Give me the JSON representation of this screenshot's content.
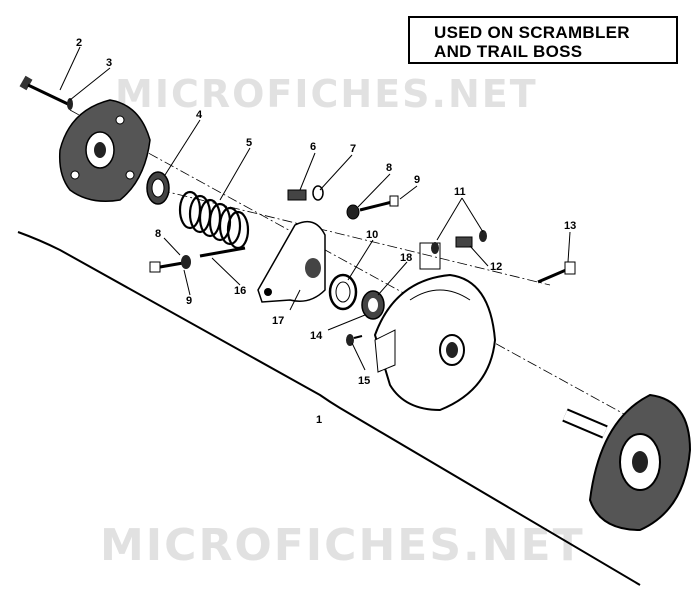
{
  "header_box": {
    "line1": "USED ON SCRAMBLER",
    "line2": "AND TRAIL BOSS"
  },
  "watermarks": {
    "top": "MICROFICHES.NET",
    "bottom": "MICROFICHES.NET"
  },
  "callouts": {
    "n1": "1",
    "n2": "2",
    "n3": "3",
    "n4": "4",
    "n5": "5",
    "n6": "6",
    "n7": "7",
    "n8a": "8",
    "n8b": "8",
    "n9a": "9",
    "n9b": "9",
    "n10": "10",
    "n11": "11",
    "n12": "12",
    "n13": "13",
    "n14": "14",
    "n15": "15",
    "n16": "16",
    "n17": "17",
    "n18": "18"
  }
}
